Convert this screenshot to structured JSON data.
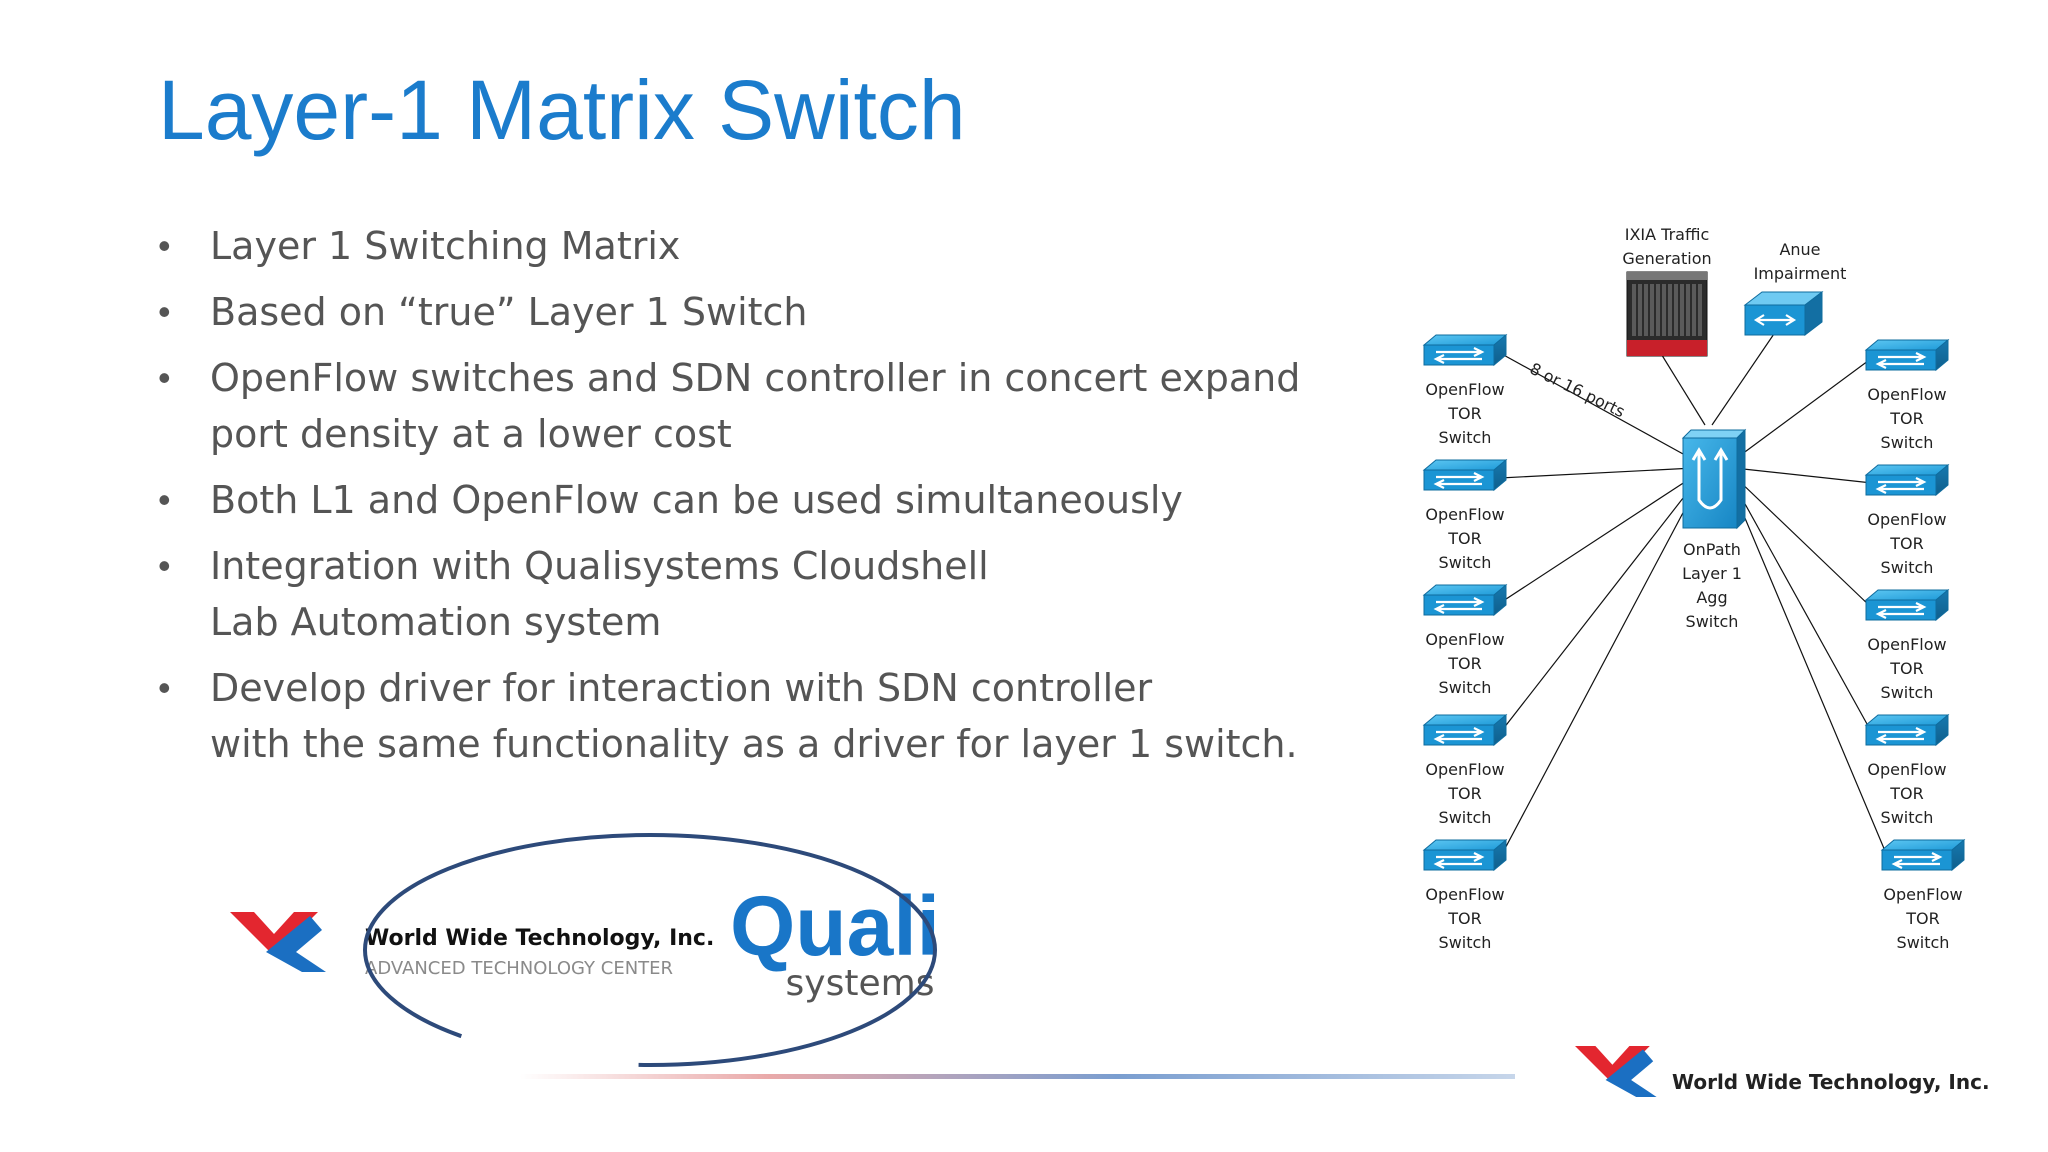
{
  "slide": {
    "title": "Layer-1 Matrix Switch",
    "bullets": [
      {
        "lines": [
          "Layer 1 Switching Matrix"
        ]
      },
      {
        "lines": [
          "Based on “true” Layer 1 Switch"
        ]
      },
      {
        "lines": [
          "OpenFlow switches and SDN controller in concert expand",
          "port density at a lower cost"
        ]
      },
      {
        "lines": [
          "Both L1 and OpenFlow can be used simultaneously"
        ]
      },
      {
        "lines": [
          "Integration with Qualisystems Cloudshell",
          "Lab Automation system"
        ]
      },
      {
        "lines": [
          "Develop driver for interaction with SDN controller",
          "with the same functionality as a driver for layer 1 switch."
        ]
      }
    ]
  },
  "diagram": {
    "ixia_label": [
      "IXIA Traffic",
      "Generation"
    ],
    "anue_label": [
      "Anue",
      "Impairment"
    ],
    "port_label": "8 or 16 ports",
    "agg_label": [
      "OnPath",
      "Layer 1",
      "Agg",
      "Switch"
    ],
    "tor_label": [
      "OpenFlow",
      "TOR",
      "Switch"
    ],
    "tor_count_left": 5,
    "tor_count_right": 5
  },
  "logos": {
    "wwt_name": "World Wide Technology, Inc.",
    "wwt_sub": "ADVANCED TECHNOLOGY CENTER",
    "quali_main": "Quali",
    "quali_sub": "systems",
    "footer_wwt": "World Wide Technology, Inc."
  },
  "colors": {
    "title": "#1b7ccc",
    "body_text": "#555555",
    "switch_blue": "#1e9ad8",
    "wwt_red": "#e3262f",
    "wwt_blue": "#1b6fc2",
    "quali_blue": "#1976c8",
    "ellipse": "#2d4a7a"
  }
}
